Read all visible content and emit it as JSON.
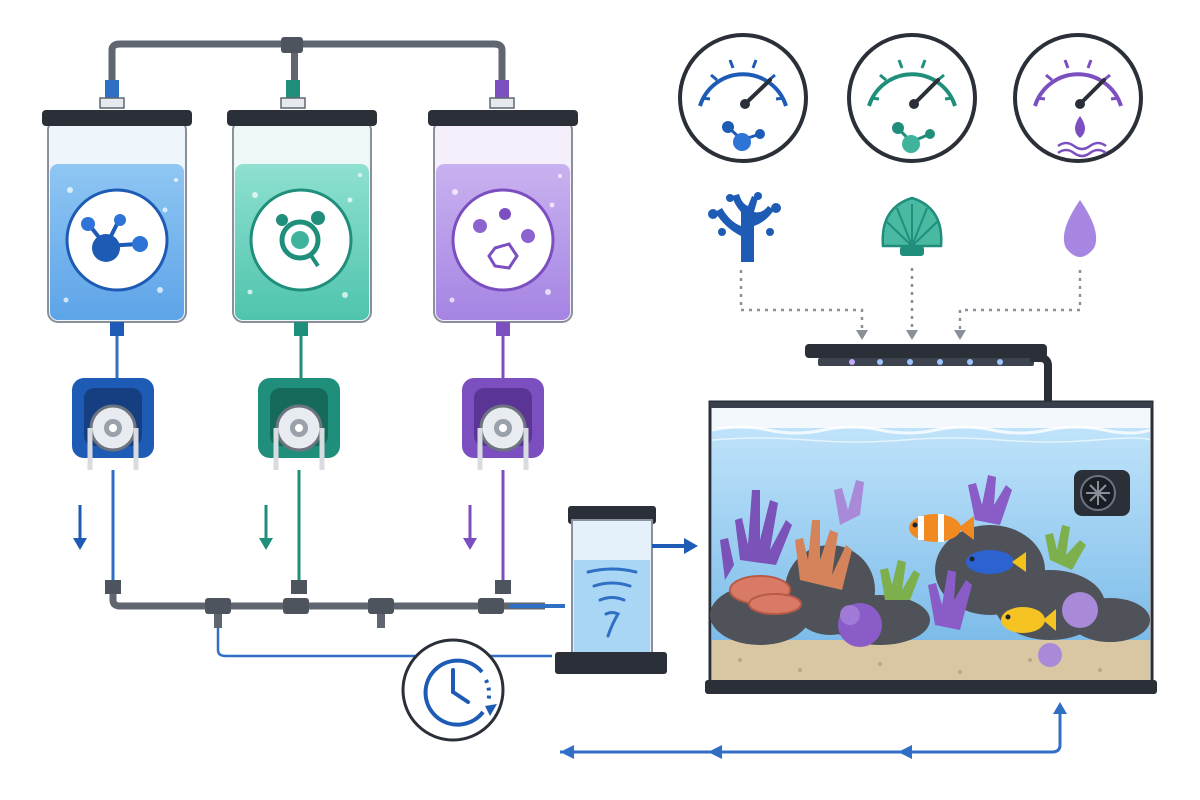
{
  "colors": {
    "calcium": "#1e5bb5",
    "alkalinity": "#1f8f7c",
    "magnesium": "#7b4fc0",
    "pipe": "#5f6670",
    "flow_line": "#2f6fc4",
    "water": "#9fd0f2",
    "frame": "#1f2430",
    "sand": "#d9c7a3"
  },
  "reservoirs": [
    {
      "id": "calcium",
      "icon": "molecule-icon",
      "color_key": "calcium"
    },
    {
      "id": "alkalinity",
      "icon": "bicarbonate-icon",
      "color_key": "alkalinity"
    },
    {
      "id": "magnesium",
      "icon": "mineral-ion-icon",
      "color_key": "magnesium"
    }
  ],
  "dosing_pumps": [
    {
      "id": "calcium-pump",
      "icon": "peristaltic-rotor-icon"
    },
    {
      "id": "alkalinity-pump",
      "icon": "peristaltic-rotor-icon"
    },
    {
      "id": "magnesium-pump",
      "icon": "peristaltic-rotor-icon"
    }
  ],
  "gauges": [
    {
      "id": "calcium-gauge",
      "icon": "molecule-icon",
      "target": "coral-icon",
      "color_key": "calcium"
    },
    {
      "id": "alkalinity-gauge",
      "icon": "molecule-icon",
      "target": "shell-icon",
      "color_key": "alkalinity"
    },
    {
      "id": "magnesium-gauge",
      "icon": "water-drop-icon",
      "target": "drop-icon",
      "color_key": "magnesium"
    }
  ],
  "components": {
    "mixing_chamber": "vortex-icon",
    "timer": "clock-icon",
    "light": "led-bar",
    "powerhead": "fan-icon",
    "tank": "reef-aquarium"
  }
}
